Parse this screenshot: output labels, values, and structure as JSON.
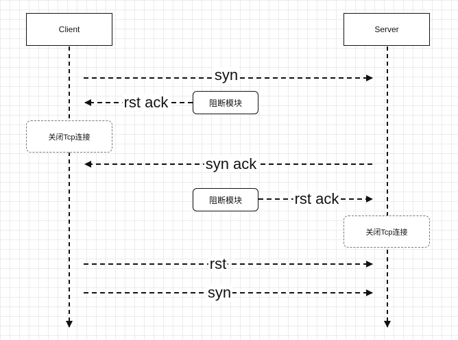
{
  "actors": {
    "client": "Client",
    "server": "Server"
  },
  "notes": {
    "client_close": "关闭Tcp连接",
    "server_close": "关闭Tcp连接"
  },
  "modules": {
    "block_1": "阻断模块",
    "block_2": "阻断模块"
  },
  "messages": [
    {
      "label": "syn",
      "from": "Client",
      "to": "Server"
    },
    {
      "label": "rst ack",
      "from": "阻断模块",
      "to": "Client"
    },
    {
      "label": "syn ack",
      "from": "Server",
      "to": "Client"
    },
    {
      "label": "rst ack",
      "from": "阻断模块",
      "to": "Server"
    },
    {
      "label": "rst",
      "from": "Client",
      "to": "Server"
    },
    {
      "label": "syn",
      "from": "Client",
      "to": "Server"
    }
  ]
}
